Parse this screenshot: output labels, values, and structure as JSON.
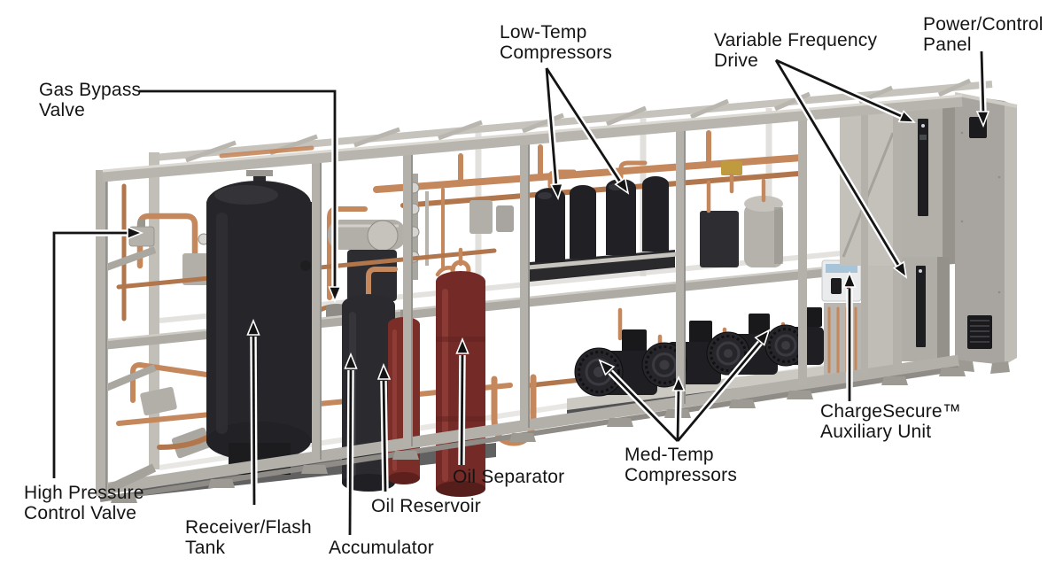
{
  "page": {
    "background": "#ffffff",
    "description": "Annotated product rendering of an industrial refrigeration rack system with component callout labels"
  },
  "labels": {
    "gas_bypass_valve": {
      "line1": "Gas Bypass",
      "line2": "Valve"
    },
    "low_temp_compressors": {
      "line1": "Low-Temp",
      "line2": "Compressors"
    },
    "variable_frequency_drive": {
      "line1": "Variable Frequency",
      "line2": "Drive"
    },
    "power_control_panel": {
      "line1": "Power/Control",
      "line2": "Panel"
    },
    "high_pressure_control_valve": {
      "line1": "High Pressure",
      "line2": "Control Valve"
    },
    "receiver_flash_tank": {
      "line1": "Receiver/Flash",
      "line2": "Tank"
    },
    "accumulator": {
      "line1": "Accumulator"
    },
    "oil_reservoir": {
      "line1": "Oil Reservoir"
    },
    "oil_separator": {
      "line1": "Oil Separator"
    },
    "med_temp_compressors": {
      "line1": "Med-Temp",
      "line2": "Compressors"
    },
    "chargesecure_auxiliary_unit": {
      "line1": "ChargeSecure™",
      "line2": "Auxiliary Unit"
    }
  },
  "colors": {
    "label_text": "#141414",
    "leader_line": "#141414",
    "leader_halo": "#ffffff",
    "frame_steel": "#b5b2ac",
    "copper_pipe": "#c5875c",
    "tank_black": "#26262a",
    "vessel_dark_red": "#7b2d28",
    "panel_gray": "#a8a5a0",
    "background": "#ffffff"
  }
}
